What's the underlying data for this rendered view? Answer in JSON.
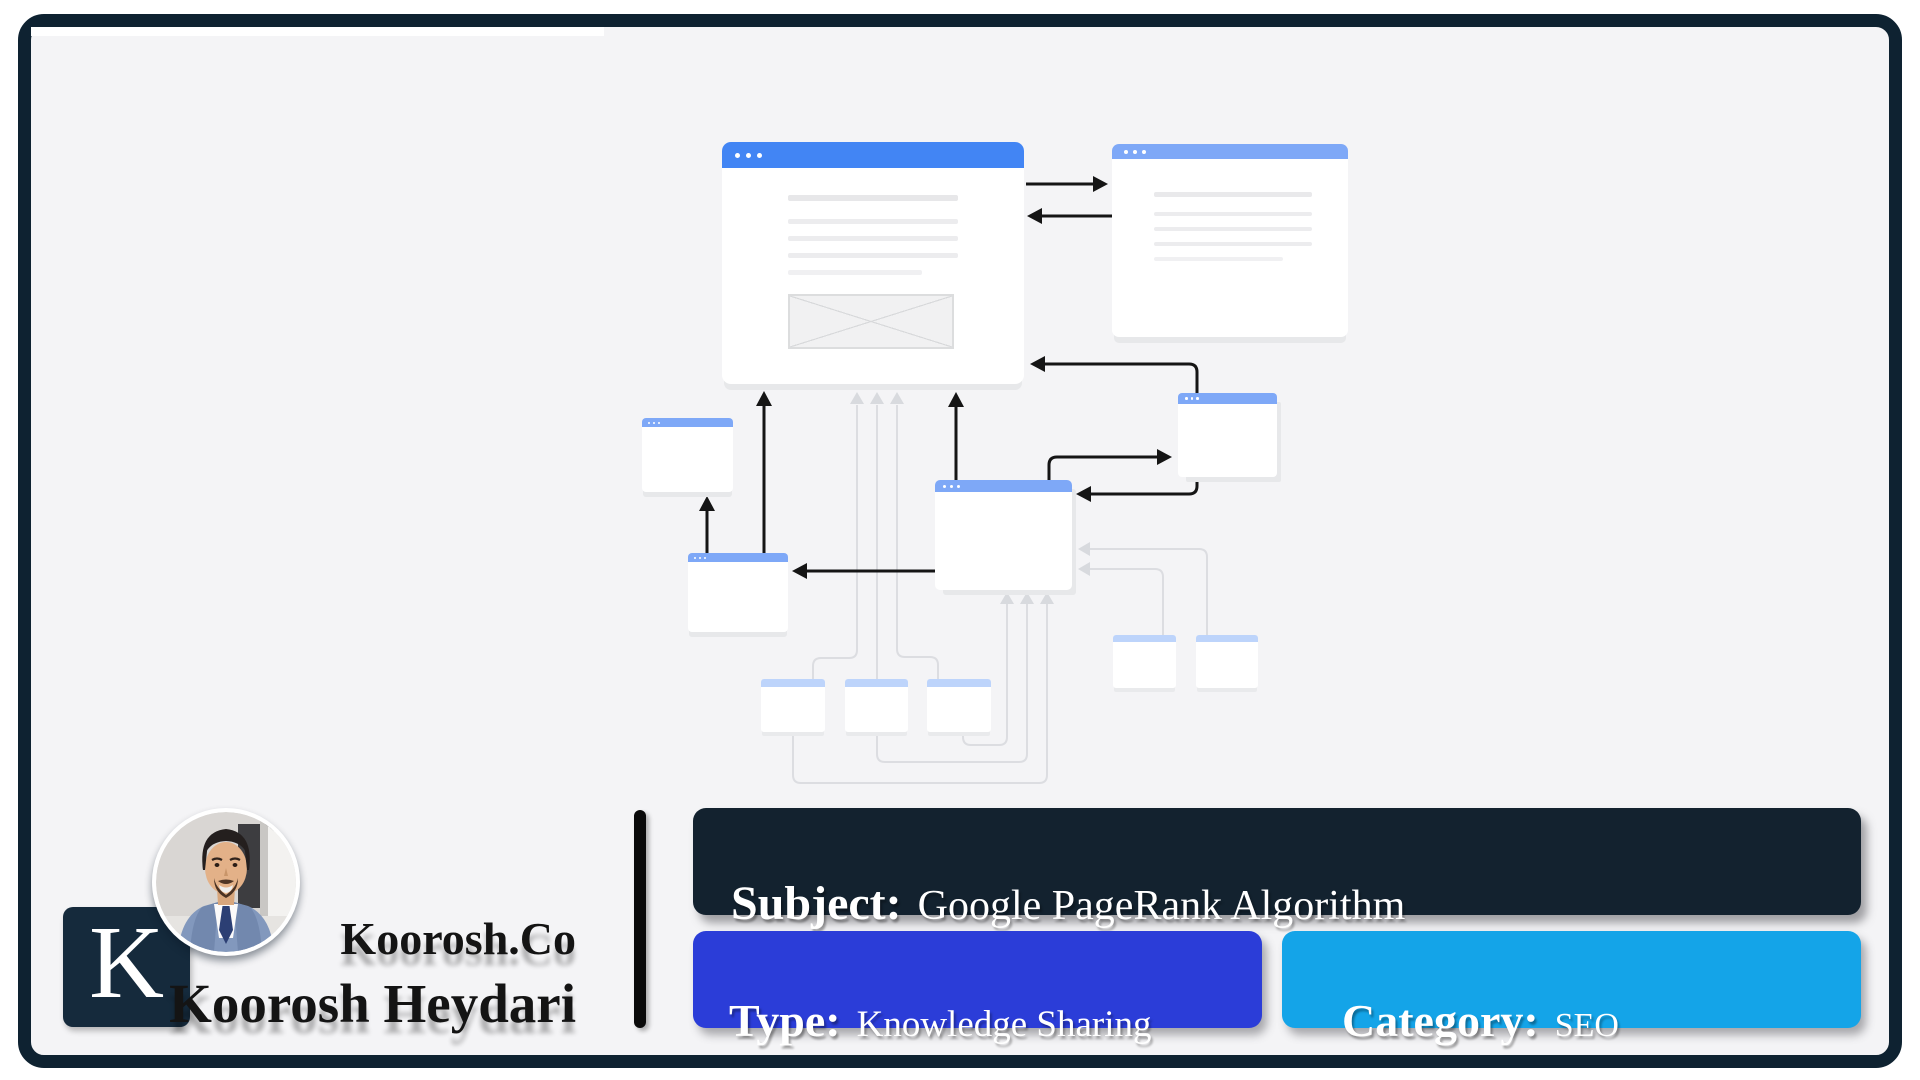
{
  "brand": {
    "logo_letter": "K",
    "company": "Koorosh.Co",
    "author": "Koorosh Heydari"
  },
  "info_bars": {
    "subject": {
      "label": "Subject:",
      "value": "Google PageRank Algorithm"
    },
    "type": {
      "label": "Type:",
      "value": "Knowledge Sharing"
    },
    "category": {
      "label": "Category:",
      "value": "SEO"
    }
  },
  "colors": {
    "navy": "#0e2231",
    "panel": "#f4f4f6",
    "hdr-strong": "#4285f4",
    "hdr-mid": "#7ea8f7",
    "hdr-light": "#bdd4fb",
    "bar-subject": "#13222f",
    "bar-type": "#2b3dd8",
    "bar-category": "#14a4e8",
    "arrow-black": "#151515",
    "arrow-gray": "#d8dade"
  },
  "icons": [
    "window-traffic-dots-icon",
    "image-placeholder-icon",
    "avatar-photo",
    "k-logo"
  ],
  "diagram": {
    "description": "Wireframe web pages linking to each other with arrows (PageRank link graph illustration)",
    "nodes": [
      {
        "id": "page-main",
        "kind": "browser-window",
        "size": "large",
        "has_text_lines": true,
        "has_image_placeholder": true
      },
      {
        "id": "page-top-right",
        "kind": "browser-window",
        "size": "medium",
        "has_text_lines": true
      },
      {
        "id": "page-mid-right",
        "kind": "browser-window",
        "size": "small"
      },
      {
        "id": "page-center",
        "kind": "browser-window",
        "size": "medium"
      },
      {
        "id": "page-left-small",
        "kind": "browser-window",
        "size": "small"
      },
      {
        "id": "page-left-lower",
        "kind": "browser-window",
        "size": "small"
      },
      {
        "id": "page-bottom-1",
        "kind": "browser-window",
        "size": "tiny"
      },
      {
        "id": "page-bottom-2",
        "kind": "browser-window",
        "size": "tiny"
      },
      {
        "id": "page-bottom-3",
        "kind": "browser-window",
        "size": "tiny"
      },
      {
        "id": "page-bottom-right-1",
        "kind": "browser-window",
        "size": "tiny"
      },
      {
        "id": "page-bottom-right-2",
        "kind": "browser-window",
        "size": "tiny"
      }
    ],
    "strong_links": [
      "page-main -> page-top-right",
      "page-top-right -> page-main",
      "page-mid-right -> page-main",
      "page-center -> page-mid-right",
      "page-mid-right -> page-center",
      "page-center -> page-main",
      "page-left-lower -> page-main",
      "page-left-lower -> page-left-small",
      "page-center -> page-left-lower"
    ],
    "weak_links": [
      "page-bottom-1 -> page-main",
      "page-bottom-2 -> page-main",
      "page-bottom-3 -> page-main",
      "page-bottom-1 -> page-center",
      "page-bottom-2 -> page-center",
      "page-bottom-3 -> page-center",
      "page-bottom-right-1 -> page-center",
      "page-bottom-right-2 -> page-center"
    ]
  }
}
